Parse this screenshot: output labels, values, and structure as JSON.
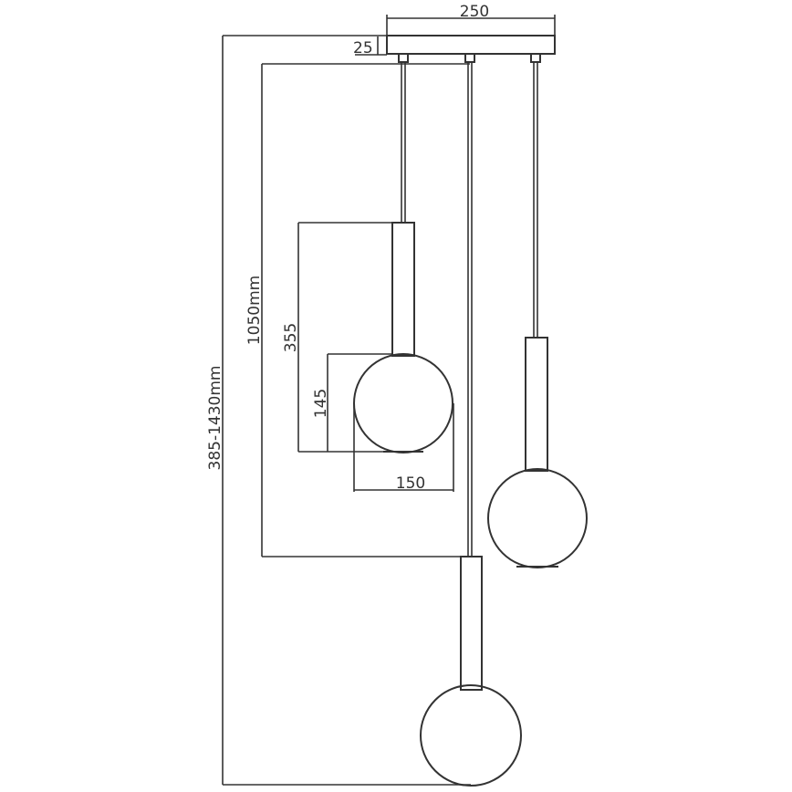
{
  "dimensions": {
    "canopy_width": "250",
    "canopy_height": "25",
    "total_height": "385-1430mm",
    "cable_length": "1050mm",
    "shade_total": "355",
    "globe_height": "145",
    "globe_width": "150"
  },
  "colors": {
    "line": "#333333",
    "background": "#ffffff"
  }
}
